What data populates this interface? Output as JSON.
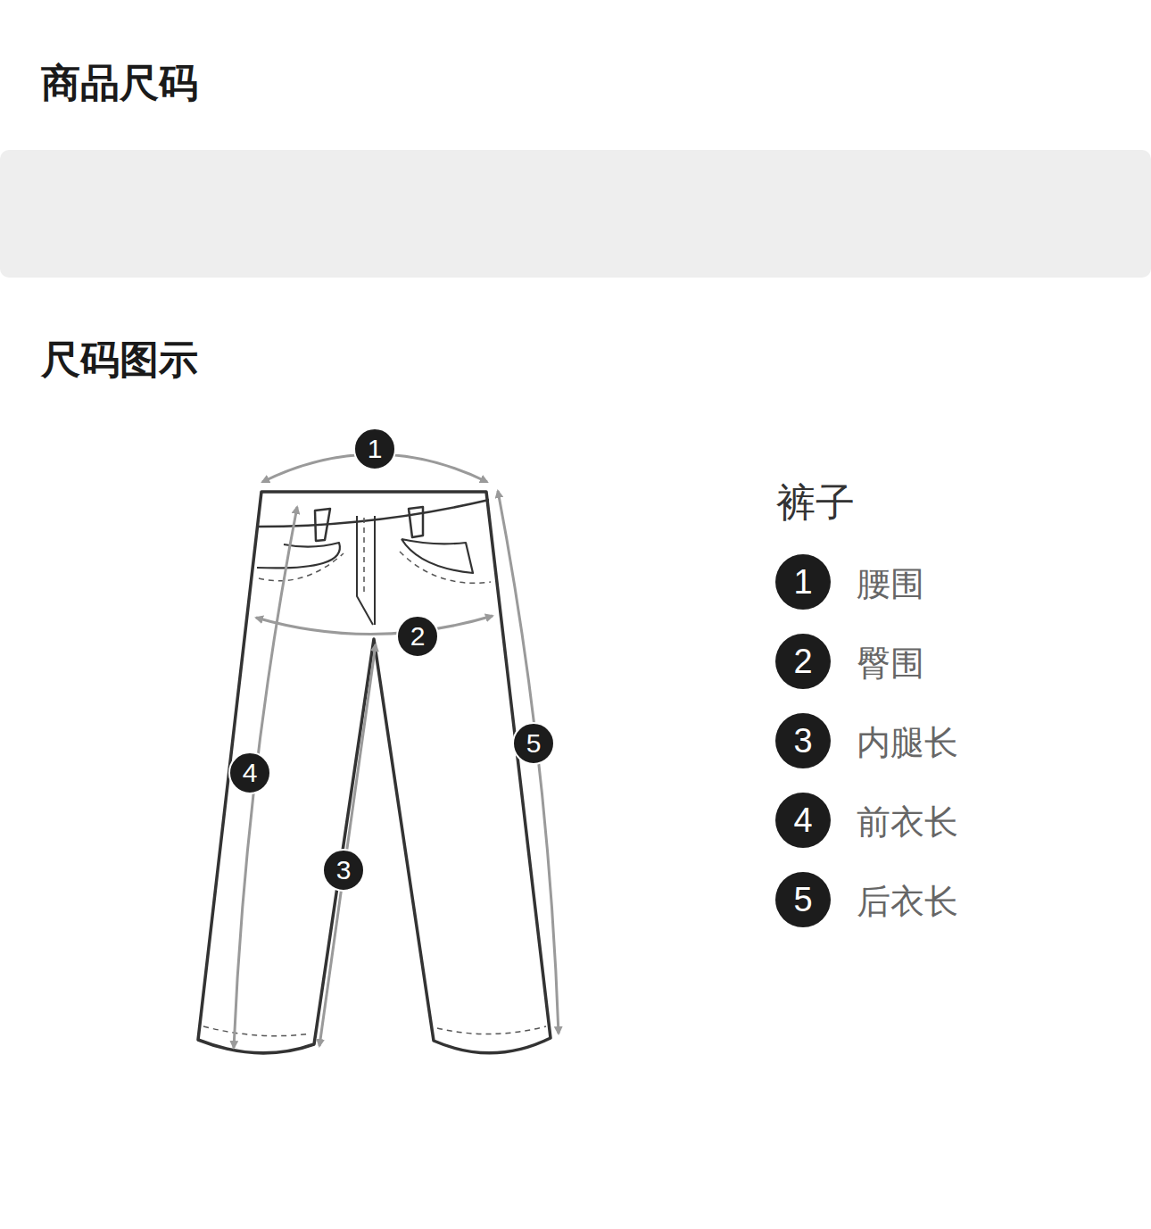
{
  "diagram": {
    "title": "商品尺码",
    "nodes": [
      {
        "text": [
          "1"
        ]
      },
      {
        "text": [
          "2"
        ]
      },
      {
        "text": [
          "5"
        ]
      },
      {
        "text": [
          "4"
        ]
      },
      {
        "text": [
          "3"
        ]
      },
      {
        "text": [
          "1"
        ]
      },
      {
        "text": [
          "2"
        ]
      },
      {
        "text": [
          "3"
        ]
      },
      {
        "text": [
          "4"
        ]
      },
      {
        "text": [
          "5"
        ]
      }
    ],
    "labels": [
      "尺码图示",
      "裤子",
      "腰围",
      "臀围",
      "内腿长",
      "前衣长",
      "后衣长"
    ]
  }
}
